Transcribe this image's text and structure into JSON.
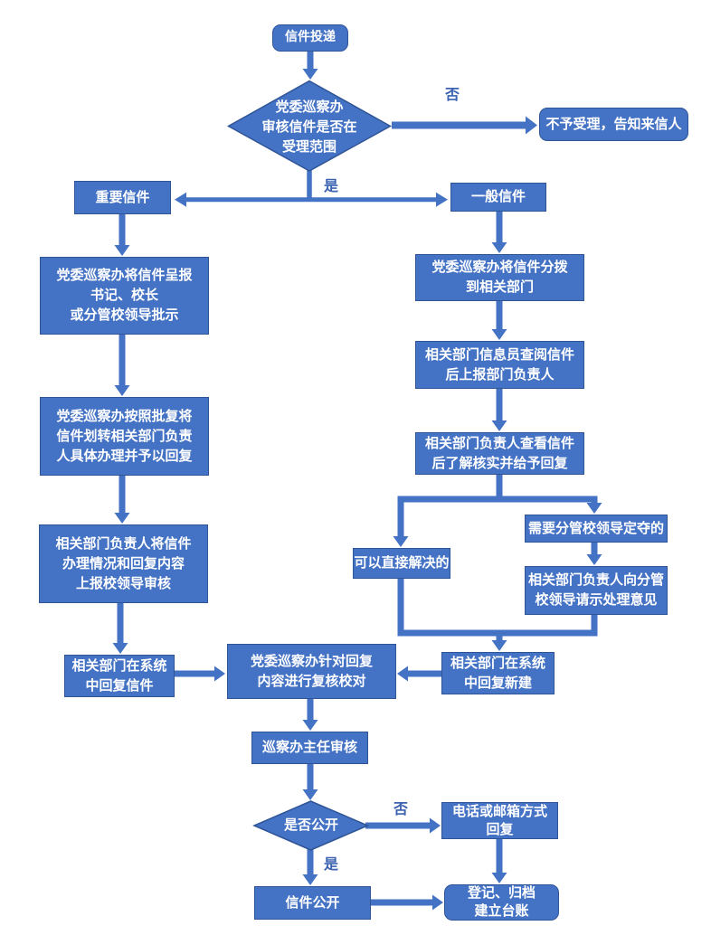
{
  "colors": {
    "node_fill": "#4472C4",
    "node_border": "#2F5597",
    "connector": "#4472C4",
    "node_text": "#FFFFFF",
    "edge_label_text": "#3B63B0",
    "background": "#FFFFFF"
  },
  "nodes": {
    "start": {
      "label": "信件投递",
      "shape": "rounded-rectangle"
    },
    "review_scope": {
      "label": "党委巡察办\n审核信件是否在\n受理范围",
      "shape": "diamond"
    },
    "reject": {
      "label": "不予受理，告知来信人",
      "shape": "rounded-rectangle"
    },
    "important": {
      "label": "重要信件",
      "shape": "rectangle"
    },
    "general": {
      "label": "一般信件",
      "shape": "rectangle"
    },
    "submit_leaders": {
      "label": "党委巡察办将信件呈报\n书记、校长\n或分管校领导批示",
      "shape": "rectangle"
    },
    "transfer_dept": {
      "label": "党委巡察办按照批复将\n信件划转相关部门负责\n人具体办理并予以回复",
      "shape": "rectangle"
    },
    "report_review": {
      "label": "相关部门负责人将信件\n办理情况和回复内容\n上报校领导审核",
      "shape": "rectangle"
    },
    "reply_system_letter": {
      "label": "相关部门在系统\n中回复信件",
      "shape": "rectangle"
    },
    "dispatch_dept": {
      "label": "党委巡察办将信件分拨\n到相关部门",
      "shape": "rectangle"
    },
    "info_officer": {
      "label": "相关部门信息员查阅信件\n后上报部门负责人",
      "shape": "rectangle"
    },
    "dept_head_check": {
      "label": "相关部门负责人查看信件\n后了解核实并给予回复",
      "shape": "rectangle"
    },
    "need_leader_decide": {
      "label": "需要分管校领导定夺的",
      "shape": "rectangle"
    },
    "direct_solve": {
      "label": "可以直接解决的",
      "shape": "rectangle"
    },
    "ask_leader_opinion": {
      "label": "相关部门负责人向分管\n校领导请示处理意见",
      "shape": "rectangle"
    },
    "reply_system_new": {
      "label": "相关部门在系统\n中回复新建",
      "shape": "rectangle"
    },
    "proofread": {
      "label": "党委巡察办针对回复\n内容进行复核校对",
      "shape": "rectangle"
    },
    "director_review": {
      "label": "巡察办主任审核",
      "shape": "rectangle"
    },
    "is_public": {
      "label": "是否公开",
      "shape": "diamond"
    },
    "phone_email_reply": {
      "label": "电话或邮箱方式\n回复",
      "shape": "rectangle"
    },
    "letter_public": {
      "label": "信件公开",
      "shape": "rectangle"
    },
    "register_archive": {
      "label": "登记、归档\n建立台账",
      "shape": "rounded-rectangle"
    }
  },
  "edge_labels": {
    "no_top": "否",
    "yes_top": "是",
    "no_bottom": "否",
    "yes_bottom": "是"
  }
}
